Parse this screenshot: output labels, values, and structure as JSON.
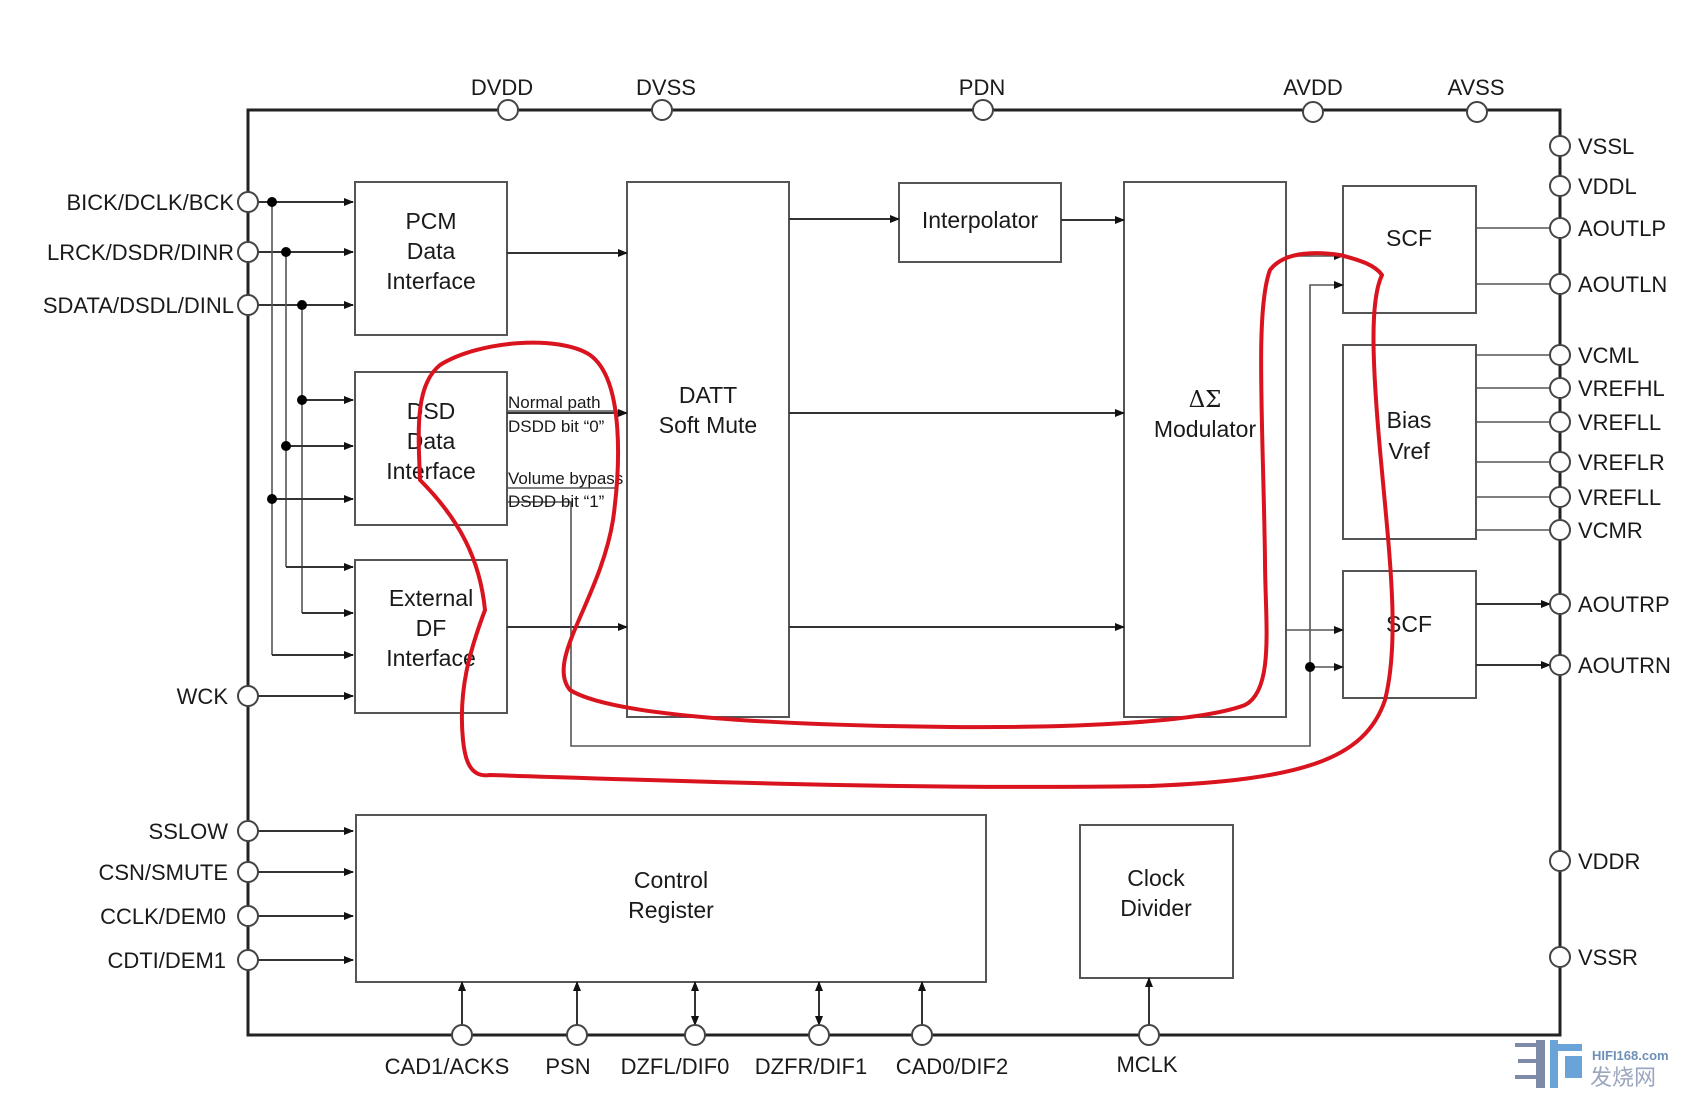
{
  "diagram": {
    "title": "DAC block diagram",
    "top_pins": [
      "DVDD",
      "DVSS",
      "PDN",
      "AVDD",
      "AVSS"
    ],
    "left_pins": [
      "BICK/DCLK/BCK",
      "LRCK/DSDR/DINR",
      "SDATA/DSDL/DINL",
      "WCK",
      "SSLOW",
      "CSN/SMUTE",
      "CCLK/DEM0",
      "CDTI/DEM1"
    ],
    "right_pins": [
      "VSSL",
      "VDDL",
      "AOUTLP",
      "AOUTLN",
      "VCML",
      "VREFHL",
      "VREFLL",
      "VREFLR",
      "VREFLL",
      "VCMR",
      "AOUTRP",
      "AOUTRN",
      "VDDR",
      "VSSR"
    ],
    "bottom_pins": [
      "CAD1/ACKS",
      "PSN",
      "DZFL/DIF0",
      "DZFR/DIF1",
      "CAD0/DIF2",
      "MCLK"
    ],
    "blocks": {
      "pcm": [
        "PCM",
        "Data",
        "Interface"
      ],
      "dsd": [
        "DSD",
        "Data",
        "Interface"
      ],
      "extdf": [
        "External",
        "DF",
        "Interface"
      ],
      "datt": [
        "DATT",
        "Soft Mute"
      ],
      "interp": [
        "Interpolator"
      ],
      "mod": [
        "ΔΣ",
        "Modulator"
      ],
      "scf_l": [
        "SCF"
      ],
      "bias": [
        "Bias",
        "Vref"
      ],
      "scf_r": [
        "SCF"
      ],
      "ctrl": [
        "Control",
        "Register"
      ],
      "clk": [
        "Clock",
        "Divider"
      ]
    },
    "path_labels": {
      "normal_1": "Normal path",
      "normal_2": "DSDD bit “0”",
      "bypass_1": "Volume bypass",
      "bypass_2": "DSDD bit “1”"
    },
    "annotation": {
      "type": "hand-drawn red loop",
      "color": "#d9141e"
    }
  },
  "watermark": {
    "site": "HIFI168.com",
    "cn": "发烧网"
  }
}
